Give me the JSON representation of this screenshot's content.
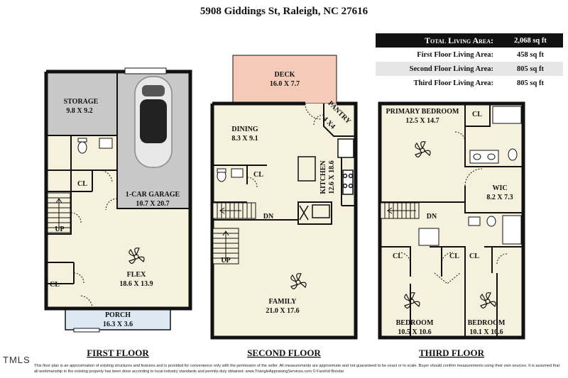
{
  "title": "5908 Giddings St, Raleigh, NC 27616",
  "areas": {
    "total_label": "Total Living Area:",
    "total_value": "2,068 sq ft",
    "first_label": "First Floor Living Area:",
    "first_value": "458 sq ft",
    "second_label": "Second Floor Living Area:",
    "second_value": "805 sq ft",
    "third_label": "Third Floor Living Area:",
    "third_value": "805 sq ft"
  },
  "first_floor": {
    "heading": "FIRST FLOOR",
    "storage": {
      "name": "STORAGE",
      "dims": "9.8 X 9.2"
    },
    "garage": {
      "name": "1-CAR GARAGE",
      "dims": "10.7 X 20.7"
    },
    "flex": {
      "name": "FLEX",
      "dims": "18.6 X 13.9"
    },
    "porch": {
      "name": "PORCH",
      "dims": "16.3 X 3.6"
    },
    "closet1": "CL",
    "closet2": "CL",
    "stairs": "UP"
  },
  "second_floor": {
    "heading": "SECOND FLOOR",
    "deck": {
      "name": "DECK",
      "dims": "16.0 X 7.7"
    },
    "dining": {
      "name": "DINING",
      "dims": "8.3 X 9.1"
    },
    "pantry": {
      "name": "PANTRY",
      "dims": "4 X4"
    },
    "kitchen": {
      "name": "KITCHEN",
      "dims": "12.6 X 18.6"
    },
    "family": {
      "name": "FAMILY",
      "dims": "21.0 X 17.6"
    },
    "closet": "CL",
    "stairs_dn": "DN",
    "stairs_up": "UP"
  },
  "third_floor": {
    "heading": "THIRD FLOOR",
    "primary": {
      "name": "PRIMARY BEDROOM",
      "dims": "12.5 X 14.7"
    },
    "wic": {
      "name": "WIC",
      "dims": "8.2 X 7.3"
    },
    "bedroom1": {
      "name": "BEDROOM",
      "dims": "10.5 X 10.6"
    },
    "bedroom2": {
      "name": "BEDROOM",
      "dims": "10.1 X 10.6"
    },
    "closet_primary": "CL",
    "closet_a": "CL",
    "closet_b": "CL",
    "closet_c": "CL",
    "stairs_dn": "DN"
  },
  "disclaimer": "This floor plan is an approximation of existing structures and features and is provided for convenience only with the permission of the seller. All measurements are approximate and not guaranteed to be exact or to scale. Buyer should confirm measurements using their own sources. It is assumed that all workmanship in the existing property has been done according to local industry standards and permits duly obtained.     www.TriangleAppraisingServices.com   © Farshid Bondar",
  "watermark": "TMLS",
  "colors": {
    "floor": "#f5f1dc",
    "garage": "#c8c8c8",
    "deck": "#f5cbb8",
    "porch": "#dde9f2",
    "wall": "#111111"
  }
}
